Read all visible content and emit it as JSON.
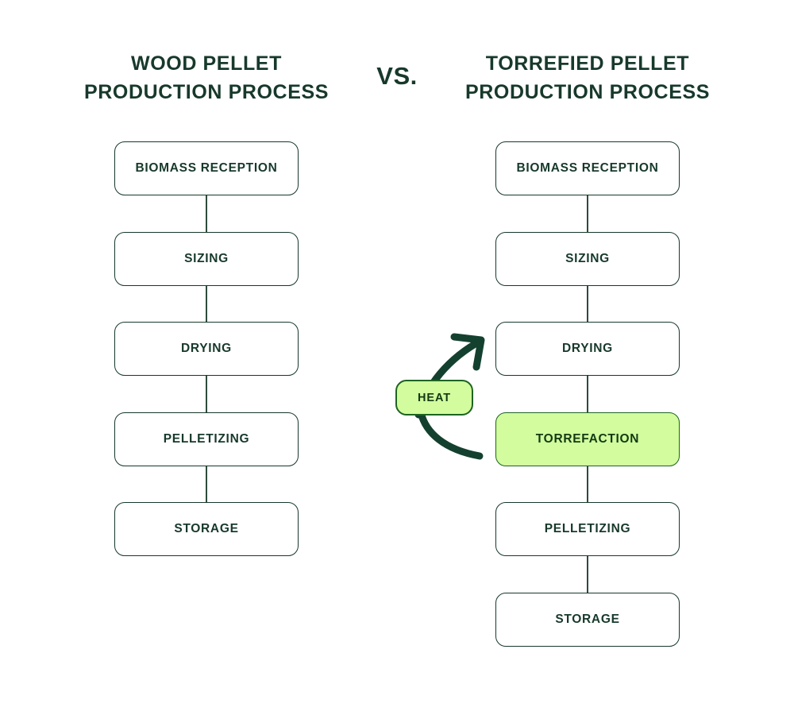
{
  "titles": {
    "left": "WOOD PELLET\nPRODUCTION PROCESS",
    "left_line1": "WOOD PELLET",
    "left_line2": "PRODUCTION PROCESS",
    "right_line1": "TORREFIED PELLET",
    "right_line2": "PRODUCTION PROCESS",
    "versus": "VS."
  },
  "left_process": {
    "name": "Wood Pellet Production Process",
    "steps": [
      {
        "label": "BIOMASS RECEPTION",
        "highlight": false
      },
      {
        "label": "SIZING",
        "highlight": false
      },
      {
        "label": "DRYING",
        "highlight": false
      },
      {
        "label": "PELLETIZING",
        "highlight": false
      },
      {
        "label": "STORAGE",
        "highlight": false
      }
    ]
  },
  "right_process": {
    "name": "Torrefied Pellet Production Process",
    "steps": [
      {
        "label": "BIOMASS RECEPTION",
        "highlight": false
      },
      {
        "label": "SIZING",
        "highlight": false
      },
      {
        "label": "DRYING",
        "highlight": false
      },
      {
        "label": "TORREFACTION",
        "highlight": true
      },
      {
        "label": "PELLETIZING",
        "highlight": false
      },
      {
        "label": "STORAGE",
        "highlight": false
      }
    ]
  },
  "heat_badge": {
    "label": "HEAT",
    "targets": [
      "DRYING",
      "TORREFACTION"
    ]
  },
  "colors": {
    "text_dark_green": "#17392b",
    "box_border": "#17392b",
    "box_fill": "#ffffff",
    "highlight_fill": "#d2fc9e",
    "highlight_border": "#1d6421",
    "arrow_stroke": "#14412f",
    "connector_line": "#2d4b3c",
    "background": "#ffffff"
  }
}
